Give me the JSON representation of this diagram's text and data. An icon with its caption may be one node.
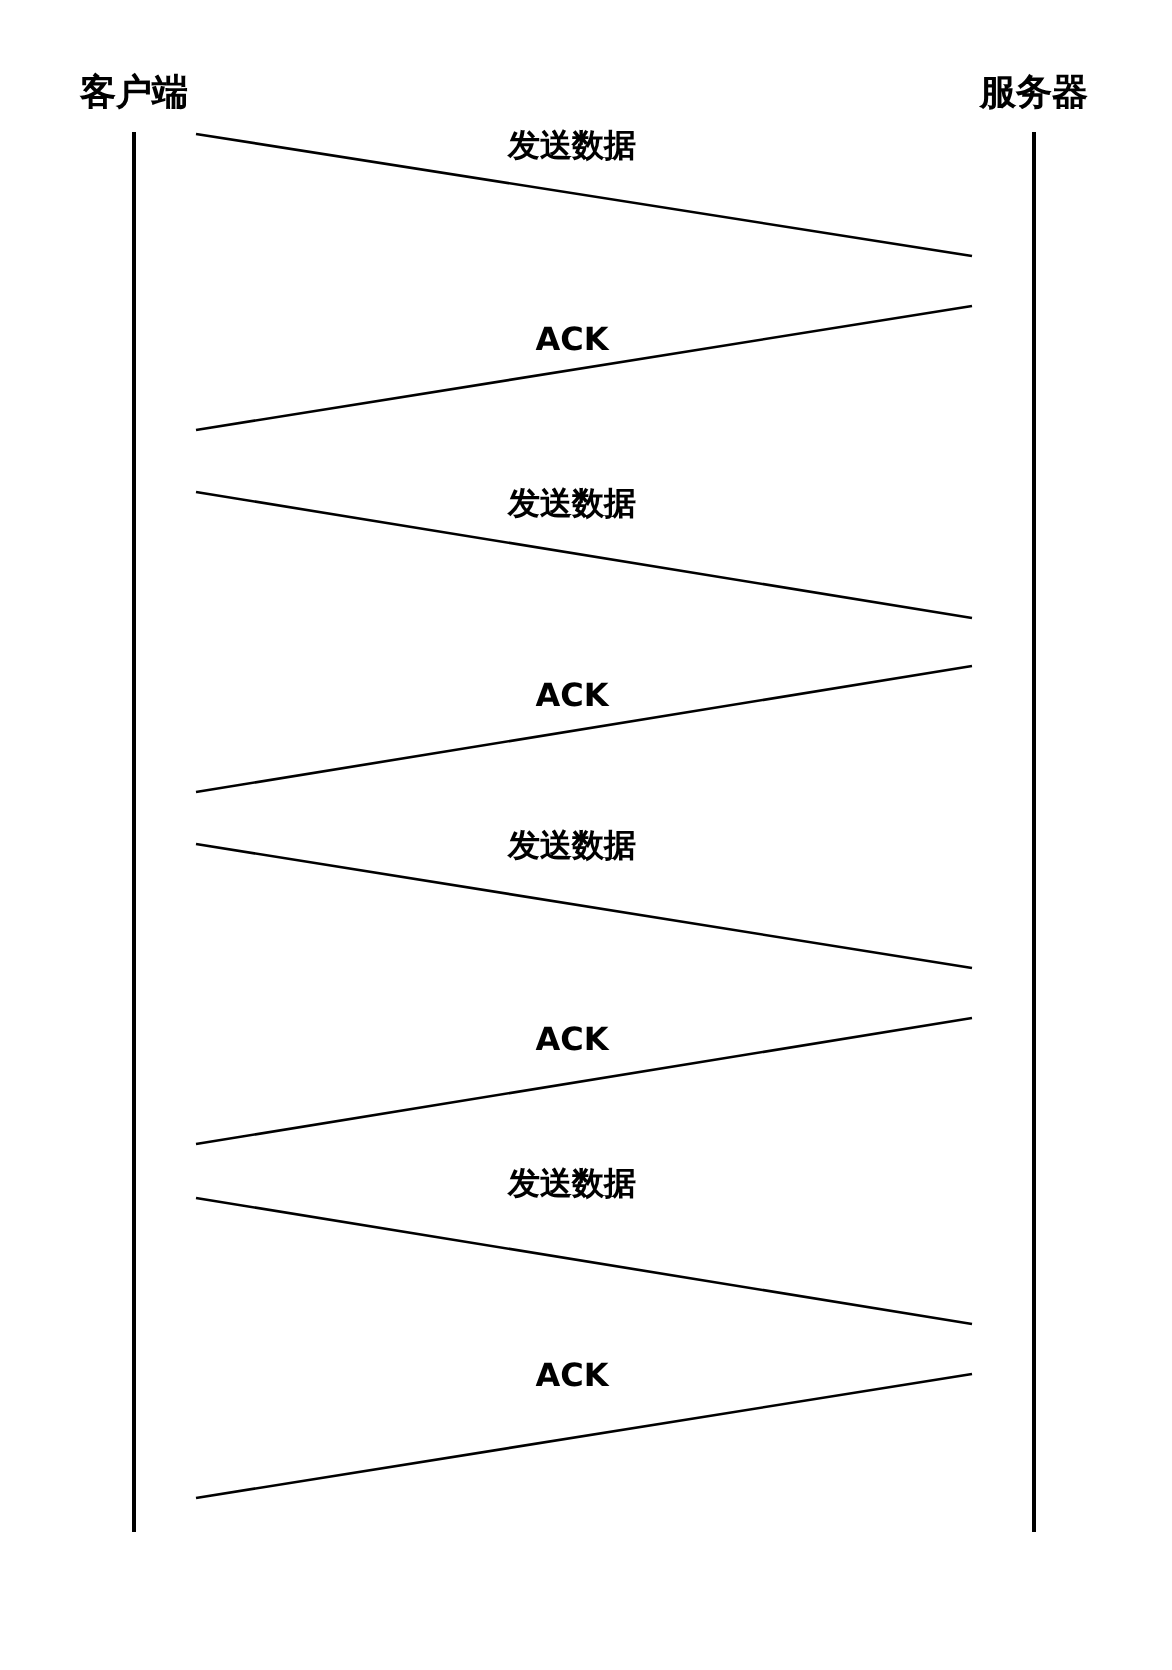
{
  "diagram": {
    "nodes": [
      {
        "text": [
          "客户端"
        ]
      },
      {
        "text": [
          "服务器"
        ]
      }
    ],
    "edges": [
      {
        "from": 0,
        "to": 1,
        "arrow": "none",
        "label": "发送数据"
      },
      {
        "from": 1,
        "to": 0,
        "arrow": "none",
        "label": "ACK"
      },
      {
        "from": 0,
        "to": 1,
        "arrow": "none",
        "label": "发送数据"
      },
      {
        "from": 1,
        "to": 0,
        "arrow": "none",
        "label": "ACK"
      },
      {
        "from": 0,
        "to": 1,
        "arrow": "none",
        "label": "发送数据"
      },
      {
        "from": 1,
        "to": 0,
        "arrow": "none",
        "label": "ACK"
      },
      {
        "from": 0,
        "to": 1,
        "arrow": "none",
        "label": "发送数据"
      },
      {
        "from": 1,
        "to": 0,
        "arrow": "none",
        "label": "ACK"
      }
    ]
  }
}
